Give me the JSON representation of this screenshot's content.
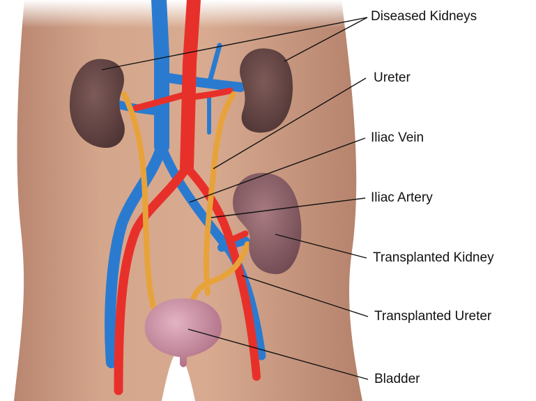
{
  "labels": {
    "diseased_kidneys": "Diseased Kidneys",
    "ureter": "Ureter",
    "iliac_vein": "Iliac Vein",
    "iliac_artery": "Iliac Artery",
    "transplanted_kidney": "Transplanted Kidney",
    "transplanted_ureter": "Transplanted Ureter",
    "bladder": "Bladder"
  },
  "colors": {
    "skin": "#c99a80",
    "kidney": "#6b4a4a",
    "transplanted_kidney": "#8a6068",
    "artery": "#e8302a",
    "vein": "#2a7bd0",
    "ureter": "#e8a23a",
    "bladder": "#c98aa0"
  }
}
